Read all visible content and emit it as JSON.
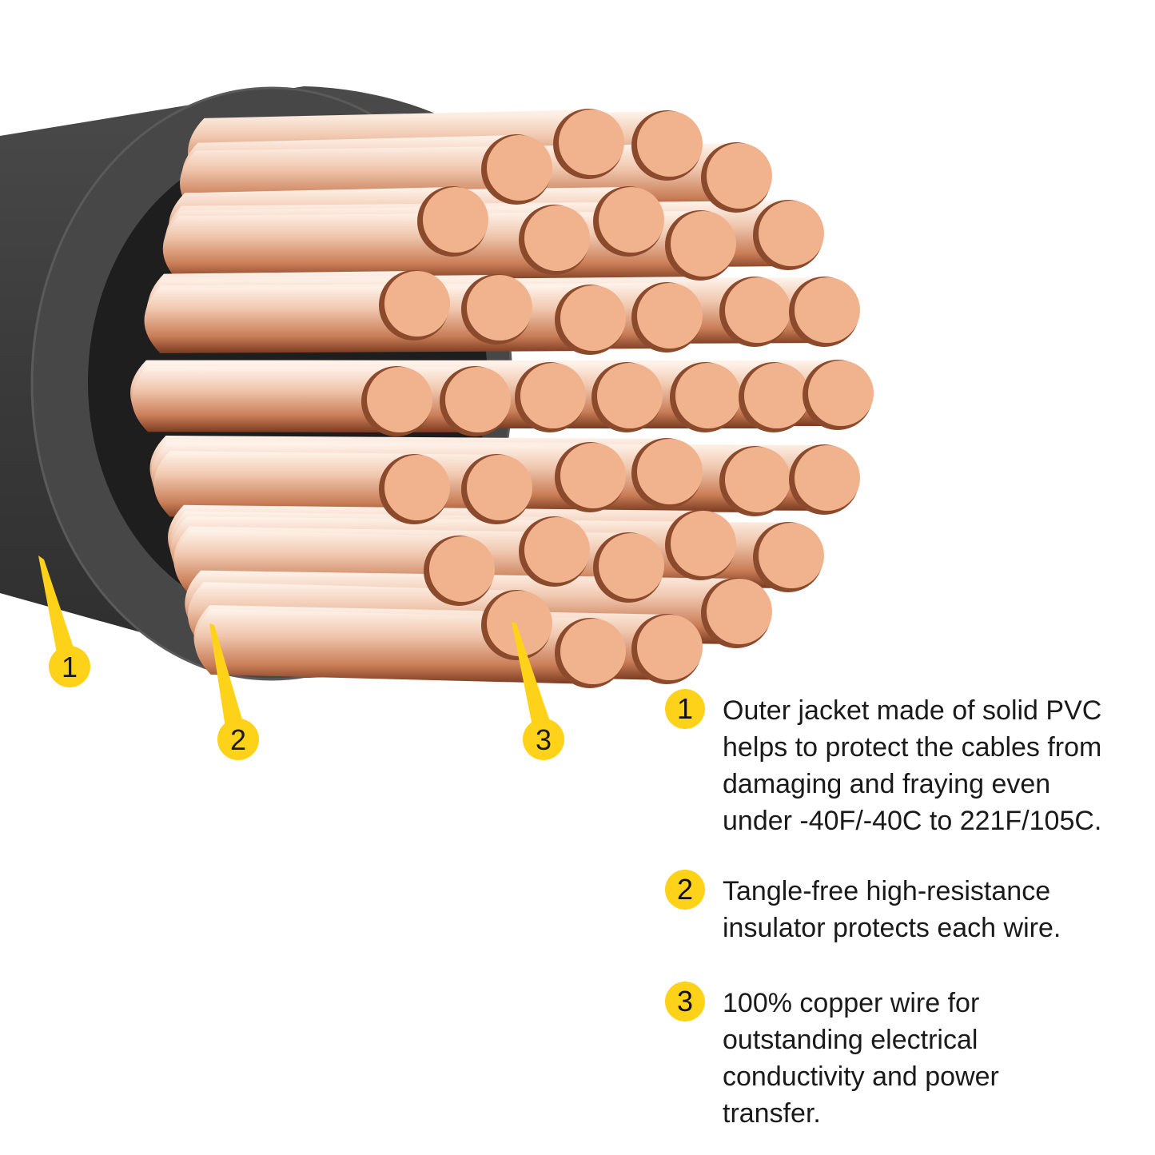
{
  "colors": {
    "jacket": "#3a3a3a",
    "insulator": "#4d4d4d",
    "copper_face": "#f1b38e",
    "copper_shadow": "#8c4a2c",
    "pointer": "#ffd21a"
  },
  "callouts": [
    {
      "number": "1",
      "text": "Outer jacket made of solid PVC\nhelps to protect the cables from\ndamaging and fraying even\nunder -40F/-40C to 221F/105C."
    },
    {
      "number": "2",
      "text": "Tangle-free high-resistance\ninsulator protects each wire."
    },
    {
      "number": "3",
      "text": "100% copper wire for\noutstanding electrical\nconductivity and power\ntransfer."
    }
  ]
}
